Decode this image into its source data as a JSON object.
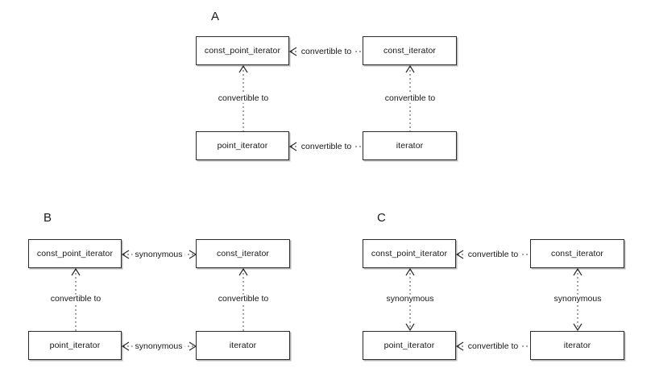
{
  "figure": {
    "background": "#ffffff",
    "line_color": "#4a4a4a",
    "box_border_color": "#2b2b2b",
    "text_color": "#161616"
  },
  "panels": [
    {
      "id": "A",
      "label": "A",
      "nodes": {
        "top_left": "const_point_iterator",
        "top_right": "const_iterator",
        "bottom_left": "point_iterator",
        "bottom_right": "iterator"
      },
      "edges": {
        "top_horizontal": "convertible to",
        "bottom_horizontal": "convertible to",
        "left_vertical": "convertible to",
        "right_vertical": "convertible to"
      }
    },
    {
      "id": "B",
      "label": "B",
      "nodes": {
        "top_left": "const_point_iterator",
        "top_right": "const_iterator",
        "bottom_left": "point_iterator",
        "bottom_right": "iterator"
      },
      "edges": {
        "top_horizontal": "synonymous",
        "bottom_horizontal": "synonymous",
        "left_vertical": "convertible to",
        "right_vertical": "convertible to"
      }
    },
    {
      "id": "C",
      "label": "C",
      "nodes": {
        "top_left": "const_point_iterator",
        "top_right": "const_iterator",
        "bottom_left": "point_iterator",
        "bottom_right": "iterator"
      },
      "edges": {
        "top_horizontal": "convertible to",
        "bottom_horizontal": "convertible to",
        "left_vertical": "synonymous",
        "right_vertical": "synonymous"
      }
    }
  ]
}
